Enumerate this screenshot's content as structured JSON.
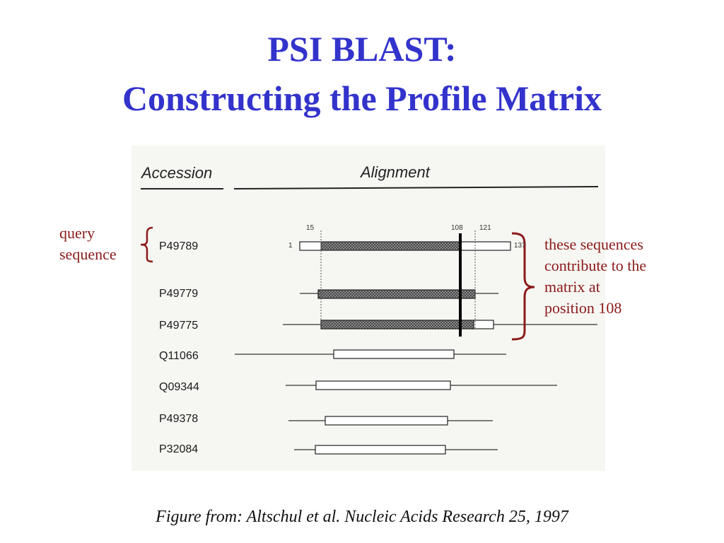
{
  "title": {
    "line1": "PSI BLAST:",
    "line2": "Constructing the Profile Matrix"
  },
  "figure": {
    "header_accession": "Accession",
    "header_alignment": "Alignment",
    "positions": {
      "start": "1",
      "tick_15": "15",
      "tick_108": "108",
      "tick_121": "121",
      "end": "137"
    },
    "rows": [
      {
        "accession": "P49789"
      },
      {
        "accession": "P49779"
      },
      {
        "accession": "P49775"
      },
      {
        "accession": "Q11066"
      },
      {
        "accession": "Q09344"
      },
      {
        "accession": "P49378"
      },
      {
        "accession": "P32084"
      }
    ]
  },
  "annotations": {
    "query": "query\nsequence",
    "contrib": "these sequences\ncontribute to the\nmatrix at\nposition 108"
  },
  "colors": {
    "title": "#3333cc",
    "annotation": "#8b1a1a"
  },
  "caption": "Figure from: Altschul et al. Nucleic Acids Research 25, 1997"
}
